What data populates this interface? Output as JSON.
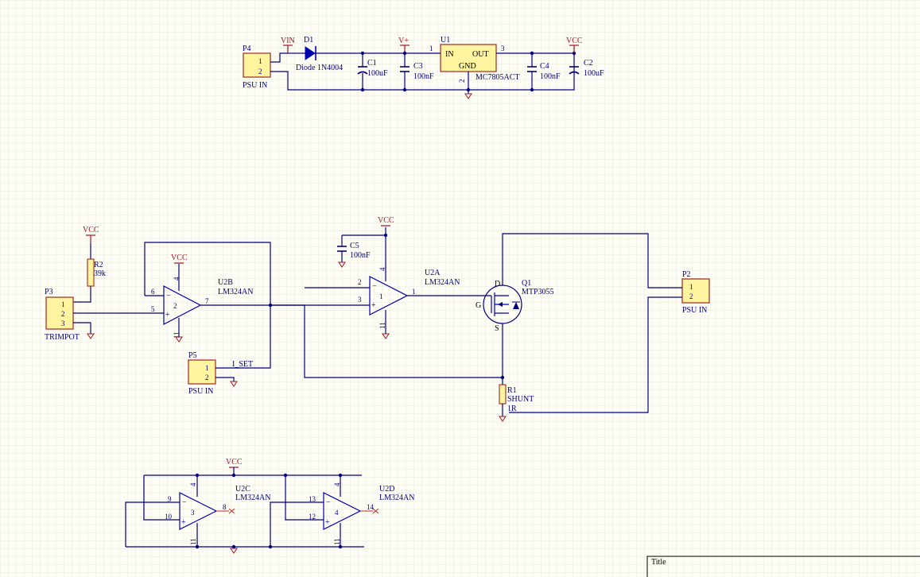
{
  "power": {
    "vin": "VIN",
    "vplus": "V+",
    "vcc": "VCC"
  },
  "regulator": {
    "designator": "U1",
    "part": "MC7805ACT",
    "in_label": "IN",
    "out_label": "OUT",
    "gnd_label": "GND",
    "pin_in": "1",
    "pin_out": "3",
    "pin_gnd": "2"
  },
  "diode": {
    "designator": "D1",
    "part": "Diode 1N4004"
  },
  "caps": {
    "c1": {
      "designator": "C1",
      "value": "100uF"
    },
    "c2": {
      "designator": "C2",
      "value": "100uF"
    },
    "c3": {
      "designator": "C3",
      "value": "100nF"
    },
    "c4": {
      "designator": "C4",
      "value": "100nF"
    },
    "c5": {
      "designator": "C5",
      "value": "100nF"
    }
  },
  "connectors": {
    "p4": {
      "designator": "P4",
      "label": "PSU IN",
      "pins": [
        "1",
        "2"
      ]
    },
    "p3": {
      "designator": "P3",
      "label": "TRIMPOT",
      "pins": [
        "1",
        "2",
        "3"
      ]
    },
    "p5": {
      "designator": "P5",
      "label": "PSU IN",
      "pins": [
        "1",
        "2"
      ]
    },
    "p2": {
      "designator": "P2",
      "label": "PSU IN",
      "pins": [
        "1",
        "2"
      ]
    }
  },
  "resistors": {
    "r2": {
      "designator": "R2",
      "value": "39k"
    },
    "r1": {
      "designator": "R1",
      "comment": "SHUNT",
      "value": "1R"
    }
  },
  "opamps": {
    "u2b": {
      "designator": "U2B",
      "part": "LM324AN",
      "unit": "2",
      "pin_minus": "6",
      "pin_plus": "5",
      "pin_out": "7",
      "pin_vcc": "4",
      "pin_gnd": "11"
    },
    "u2a": {
      "designator": "U2A",
      "part": "LM324AN",
      "unit": "1",
      "pin_minus": "2",
      "pin_plus": "3",
      "pin_out": "1",
      "pin_vcc": "4",
      "pin_gnd": "11"
    },
    "u2c": {
      "designator": "U2C",
      "part": "LM324AN",
      "unit": "3",
      "pin_minus": "9",
      "pin_plus": "10",
      "pin_out": "8",
      "pin_vcc": "4",
      "pin_gnd": "11"
    },
    "u2d": {
      "designator": "U2D",
      "part": "LM324AN",
      "unit": "4",
      "pin_minus": "13",
      "pin_plus": "12",
      "pin_out": "14",
      "pin_vcc": "4",
      "pin_gnd": "11"
    }
  },
  "mosfet": {
    "designator": "Q1",
    "part": "MTP3055",
    "d": "D",
    "g": "G",
    "s": "S"
  },
  "net_labels": {
    "iset": "I_SET"
  },
  "title_block": {
    "title_label": "Title"
  },
  "colors": {
    "wire": "#000080",
    "component": "#a0281e",
    "body_fill": "#fff4a0",
    "background": "#fdfdf6",
    "grid": "#e6e6dc"
  }
}
